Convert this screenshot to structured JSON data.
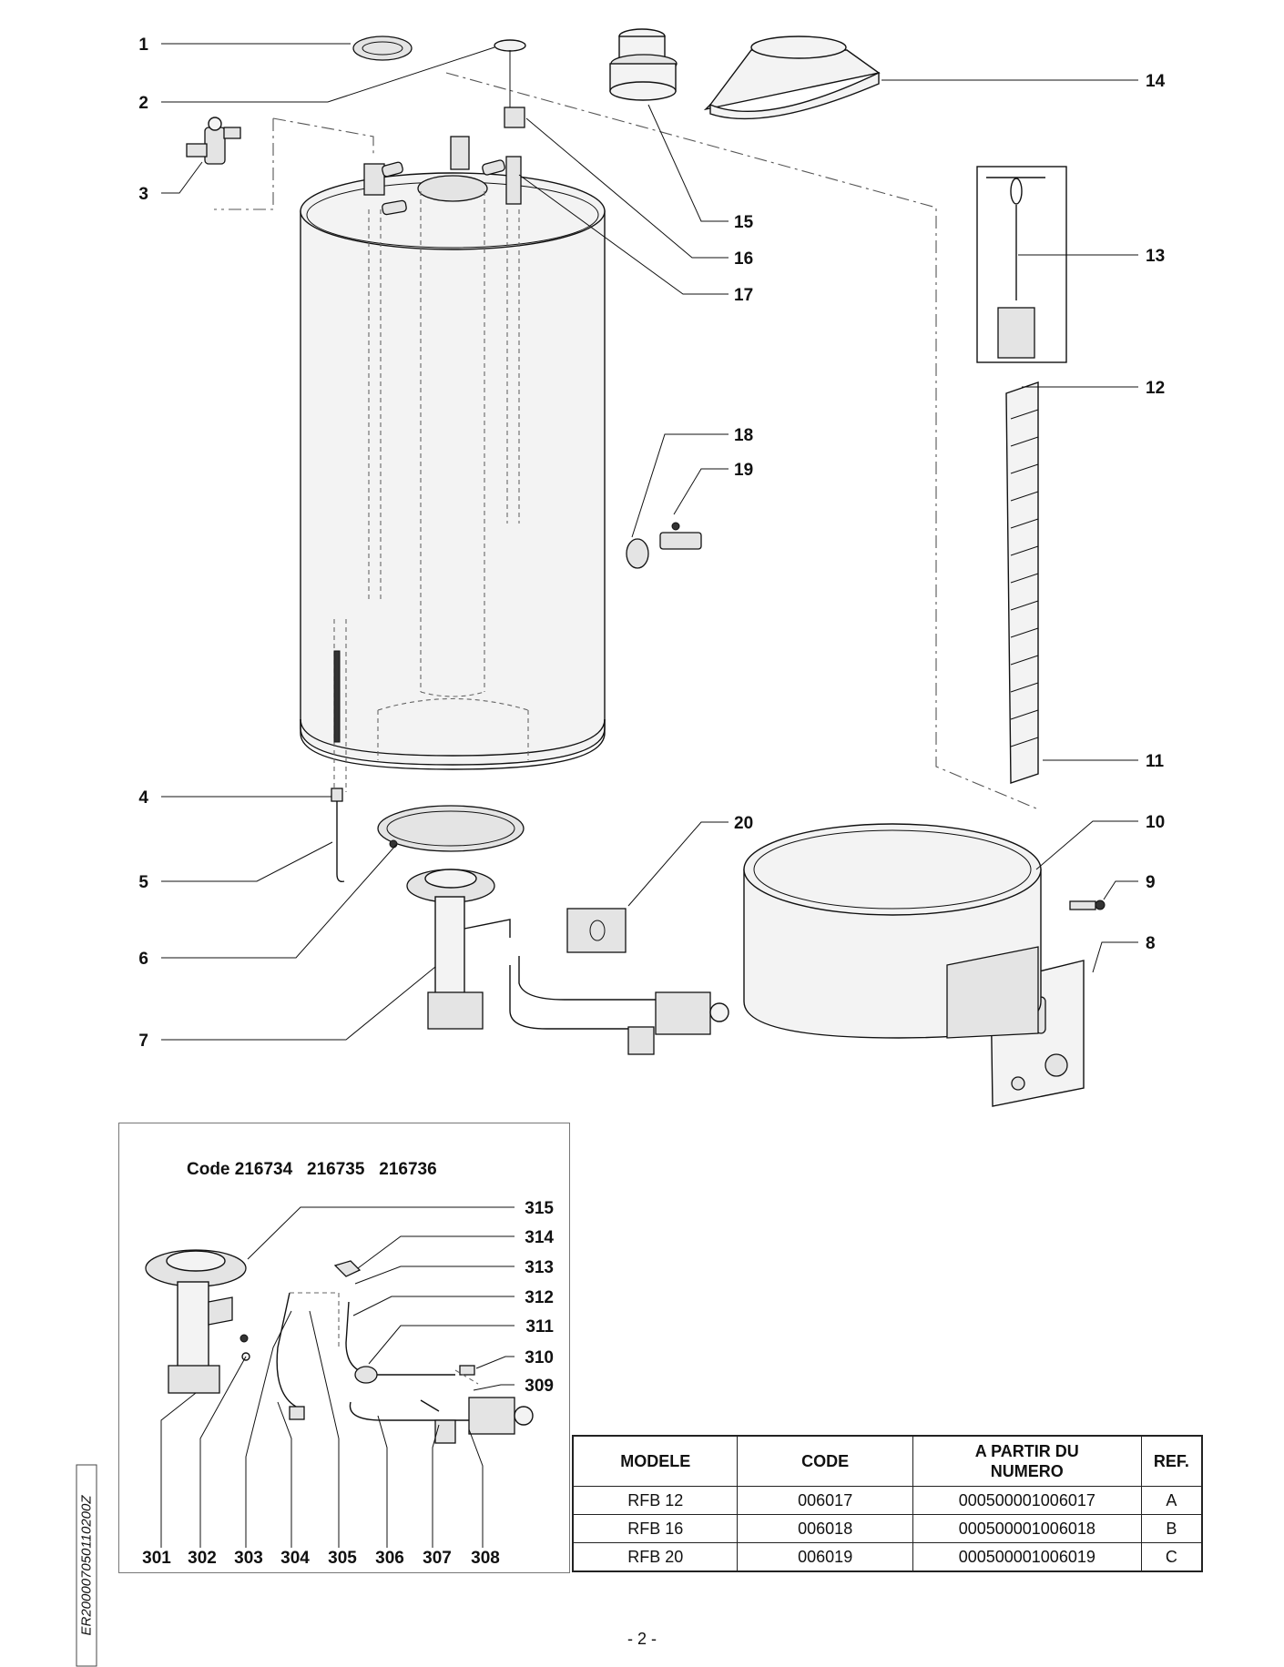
{
  "callouts": {
    "main": [
      "1",
      "2",
      "3",
      "4",
      "5",
      "6",
      "7",
      "8",
      "9",
      "10",
      "11",
      "12",
      "13",
      "14",
      "15",
      "16",
      "17",
      "18",
      "19",
      "20"
    ],
    "inset": [
      "301",
      "302",
      "303",
      "304",
      "305",
      "306",
      "307",
      "308",
      "309",
      "310",
      "311",
      "312",
      "313",
      "314",
      "315"
    ]
  },
  "inset": {
    "title": "Code 216734   216735   216736"
  },
  "table": {
    "headers": [
      "MODELE",
      "CODE",
      "A PARTIR DU NUMERO",
      "REF."
    ],
    "rows": [
      [
        "RFB 12",
        "006017",
        "000500001006017",
        "A"
      ],
      [
        "RFB 16",
        "006018",
        "000500001006018",
        "B"
      ],
      [
        "RFB 20",
        "006019",
        "000500001006019",
        "C"
      ]
    ]
  },
  "side_code": "ER200007050110200Z",
  "page_number": "- 2 -"
}
